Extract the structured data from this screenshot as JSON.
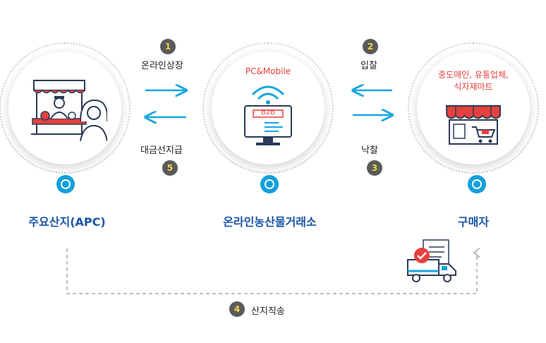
{
  "nodes": {
    "apc": {
      "label": "주요산지(APC)"
    },
    "exchange": {
      "label": "온라인농산물거래소",
      "tag": "PC&Mobile",
      "screen_badge": "B2B"
    },
    "buyer": {
      "label": "구매자",
      "tag_line1": "중도매인, 유통업체,",
      "tag_line2": "식자재마트"
    }
  },
  "steps": [
    {
      "num": "1",
      "text": "온라인상장"
    },
    {
      "num": "2",
      "text": "입찰"
    },
    {
      "num": "3",
      "text": "낙찰"
    },
    {
      "num": "4",
      "text": "산지직송"
    },
    {
      "num": "5",
      "text": "대금선지급"
    }
  ],
  "icons": [
    "market-stall-icon",
    "farmer-icon",
    "vendor-woman-icon",
    "wifi-icon",
    "monitor-icon",
    "store-icon",
    "shopping-cart-icon",
    "delivery-truck-icon",
    "checklist-document-icon",
    "checkmark-badge-icon"
  ],
  "colors": {
    "arrow": "#17a6de",
    "node_label": "#1a56a6",
    "accent_red": "#e5413d",
    "step_badge": "#5a5a5a",
    "step_number": "#f2d44a"
  }
}
